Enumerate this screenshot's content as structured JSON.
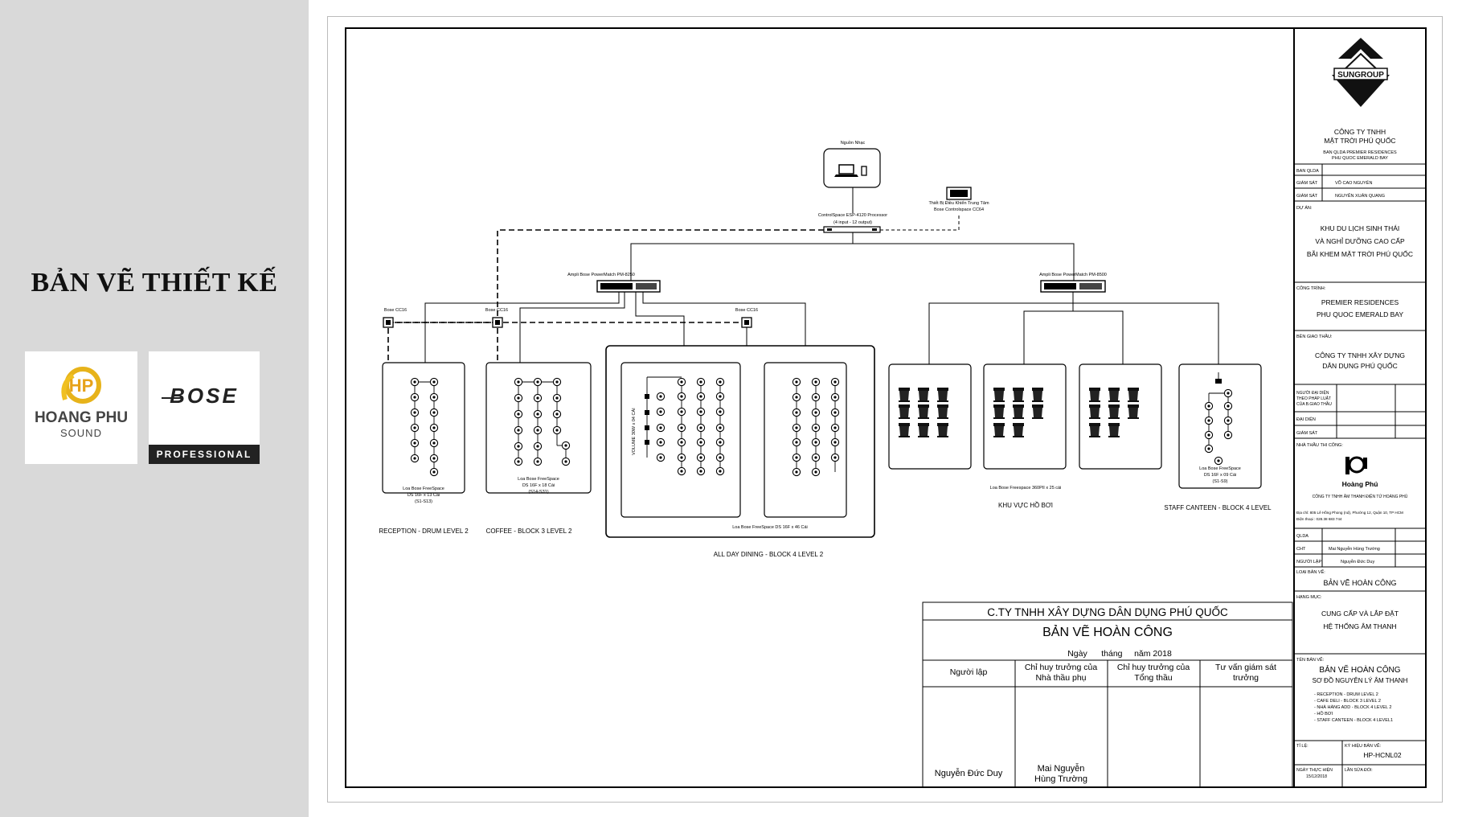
{
  "page": {
    "heading": "BẢN VẼ THIẾT KẾ"
  },
  "logos": {
    "hp_line1": "HOANG PHU",
    "hp_line2": "SOUND",
    "hp_mark": "HP",
    "bose_word": "BOSE",
    "bose_sub": "PROFESSIONAL"
  },
  "diagram": {
    "source_label": "Nguồn Nhạc",
    "processor_label_1": "ControlSpace ESP-4120 Processor",
    "processor_label_2": "(4 input - 12 output)",
    "controller_label_1": "Thiết Bị Điều Khiển Trung Tâm",
    "controller_label_2": "Bose Controlspace CC64",
    "amp_left_label": "Ampli Bose PowerMatch PM-8250",
    "amp_right_label": "Ampli Bose PowerMatch PM-8500",
    "cc16_a": "Bose CC16",
    "cc16_b": "Bose CC16",
    "cc16_c": "Bose CC16",
    "volume_note": "VOLUME 30W x 04 CÁI",
    "z1_l1": "Loa Bose FreeSpace",
    "z1_l2": "DS 16F x 13 Cái",
    "z1_l3": "(S1-S13)",
    "z1_name": "RECEPTION - DRUM LEVEL 2",
    "z2_l1": "Loa Bose FreeSpace",
    "z2_l2": "DS 16F x 18 Cái",
    "z2_l3": "(S14-S31)",
    "z2_name": "COFFEE - BLOCK 3 LEVEL 2",
    "z3_label": "Loa Bose FreeSpace DS 16F x 46 Cái",
    "z3_name": "ALL DAY DINING - BLOCK 4 LEVEL 2",
    "pool_label": "Loa Bose Freespace 360PII x 25 cái",
    "pool_name": "KHU VỰC HỒ BƠI",
    "z5_l1": "Loa Bose FreeSpace",
    "z5_l2": "DS 16F x 09 Cái",
    "z5_l3": "(S1-S9)",
    "z5_name": "STAFF CANTEEN - BLOCK 4 LEVEL"
  },
  "approval": {
    "company": "C.TY TNHH XÂY DỰNG DÂN DỤNG PHÚ QUỐC",
    "title": "BẢN VẼ HOÀN CÔNG",
    "date_line": "Ngày      tháng     năm 2018",
    "col1": "Người lập",
    "col2_l1": "Chỉ huy trưởng của",
    "col2_l2": "Nhà thầu phụ",
    "col3_l1": "Chỉ huy trưởng của",
    "col3_l2": "Tổng thầu",
    "col4_l1": "Tư vấn giám sát",
    "col4_l2": "trưởng",
    "sign1": "Nguyễn Đức Duy",
    "sign2_l1": "Mai Nguyễn",
    "sign2_l2": "Hùng Trường"
  },
  "titleblock": {
    "logo_text": "SUNGROUP",
    "owner_l1": "CÔNG TY TNHH",
    "owner_l2": "MẶT TRỜI PHÚ QUỐC",
    "owner_sub_l1": "BAN QLDA PREMIER RESIDENCES",
    "owner_sub_l2": "PHU QUOC EMERALD BAY",
    "ban_qlda": "BAN QLDA",
    "giam_sat": "GIÁM SÁT",
    "gs1": "VÕ CAO NGUYÊN",
    "giam_sat_2": "GIÁM SÁT",
    "gs2": "NGUYỄN XUÂN QUANG",
    "du_an": "DỰ ÁN:",
    "du_an_l1": "KHU DU LỊCH SINH THÁI",
    "du_an_l2": "VÀ NGHỈ DƯỠNG CAO CẤP",
    "du_an_l3": "BÃI KHEM MẶT TRỜI PHÚ QUỐC",
    "cong_trinh": "CÔNG TRÌNH:",
    "ct_l1": "PREMIER RESIDENCES",
    "ct_l2": "PHU QUOC EMERALD BAY",
    "ben_giao_thau": "BÊN GIAO THẦU:",
    "bgt_l1": "CÔNG TY TNHH XÂY DỰNG",
    "bgt_l2": "DÂN DỤNG PHÚ QUỐC",
    "nguoi_dai_dien_l1": "NGƯỜI ĐẠI DIỆN",
    "nguoi_dai_dien_l2": "THEO PHÁP LUẬT",
    "nguoi_dai_dien_l3": "CỦA B.GIAO THẦU",
    "dai_dien": "ĐẠI DIỆN",
    "giam_sat_3": "GIÁM SÁT",
    "nha_thau": "NHÀ THẦU THI CÔNG:",
    "contractor_brand": "Hoàng Phú",
    "contractor_name": "CÔNG TY TNHH ÂM THANH ĐIỆN TỬ HOÀNG PHÚ",
    "contractor_addr": "Địa chỉ: 805 Lê Hồng Phong (nd), Phường 12, Quận 10, TP HCM",
    "contractor_tel": "Điện thoại : 028.38 683 744",
    "qlda": "QLDA",
    "cht": "CHT",
    "cht_name": "Mai Nguyễn Hùng Trường",
    "nguoi_lap": "NGƯỜI LẬP",
    "nguoi_lap_name": "Nguyễn Đức Duy",
    "loai_ban_ve": "LOẠI BẢN VẼ:",
    "lbv_value": "BẢN VẼ HOÀN CÔNG",
    "hang_muc": "HẠNG MỤC:",
    "hm_l1": "CUNG CẤP VÀ LẮP ĐẶT",
    "hm_l2": "HỆ THỐNG ÂM THANH",
    "ten_ban_ve": "TÊN BẢN VẼ:",
    "tbv_l1": "BẢN VẼ HOÀN CÔNG",
    "tbv_l2": "SƠ ĐỒ NGUYÊN LÝ ÂM THANH",
    "list_1": "- RECEPTION - DRUM LEVEL 2",
    "list_2": "- CAFE DELI - BLOCK 3 LEVEL 2",
    "list_3": "- NHÀ HÀNG ADD - BLOCK 4 LEVEL 2",
    "list_4": "- HỒ BƠI",
    "list_5": "- STAFF CANTEEN - BLOCK 4 LEVEL1",
    "ti_le": "TỈ LỆ:",
    "ky_hieu": "KÝ HIỆU BẢN VẼ:",
    "ky_hieu_value": "HP-HCNL02",
    "ngay_thuc_hien": "NGÀY THỰC HIỆN",
    "ngay_value": "15/12/2018",
    "lan_sua_doi": "LẦN SỬA ĐỔI:"
  }
}
